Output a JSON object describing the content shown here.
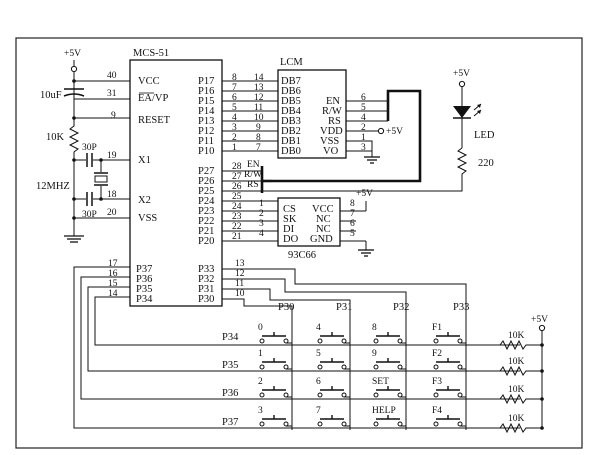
{
  "mcu": {
    "title": "MCS-51",
    "left_pins": [
      {
        "num": "40",
        "name": "VCC"
      },
      {
        "num": "31",
        "name": "EA/VP"
      },
      {
        "num": "9",
        "name": "RESET"
      },
      {
        "num": "19",
        "name": "X1"
      },
      {
        "num": "18",
        "name": "X2"
      },
      {
        "num": "20",
        "name": "VSS"
      }
    ],
    "p1_pins": [
      "P17",
      "P16",
      "P15",
      "P14",
      "P13",
      "P12",
      "P11",
      "P10"
    ],
    "p1_nums": [
      "8",
      "7",
      "6",
      "5",
      "4",
      "3",
      "2",
      "1"
    ],
    "p2_pins": [
      "P27",
      "P26",
      "P25",
      "P24",
      "P23",
      "P22",
      "P21",
      "P20"
    ],
    "p2_nums": [
      "28",
      "27",
      "26",
      "25",
      "24",
      "23",
      "22",
      "21"
    ],
    "p3_right_pins": [
      "P33",
      "P32",
      "P31",
      "P30"
    ],
    "p3_right_nums": [
      "13",
      "12",
      "11",
      "10"
    ],
    "p3_left_pins": [
      "P37",
      "P36",
      "P35",
      "P34"
    ],
    "p3_left_nums": [
      "17",
      "16",
      "15",
      "14"
    ]
  },
  "lcm": {
    "title": "LCM",
    "data_pins": [
      "DB7",
      "DB6",
      "DB5",
      "DB4",
      "DB3",
      "DB2",
      "DB1",
      "DB0"
    ],
    "data_nums": [
      "14",
      "13",
      "12",
      "11",
      "10",
      "9",
      "8",
      "7"
    ],
    "ctrl_pins": [
      "EN",
      "R/W",
      "RS",
      "VDD",
      "VSS",
      "VO"
    ],
    "ctrl_nums": [
      "6",
      "5",
      "4",
      "2",
      "1",
      "3"
    ],
    "net_labels": [
      "EN",
      "R/W",
      "RS"
    ]
  },
  "eeprom": {
    "title": "93C66",
    "left_pins": [
      "CS",
      "SK",
      "DI",
      "DO"
    ],
    "left_nums": [
      "1",
      "2",
      "3",
      "4"
    ],
    "right_pins": [
      "VCC",
      "NC",
      "NC",
      "GND"
    ],
    "right_nums": [
      "8",
      "7",
      "6",
      "5"
    ]
  },
  "components": {
    "vcc_label": "+5V",
    "cap_reset": "10uF",
    "res_reset": "10K",
    "cap_x1": "30P",
    "cap_x2": "30P",
    "crystal": "12MHZ",
    "led": "LED",
    "res_led": "220",
    "pullup": "10K"
  },
  "keypad": {
    "column_labels": [
      "P30",
      "P31",
      "P32",
      "P33"
    ],
    "row_labels": [
      "P34",
      "P35",
      "P36",
      "P37"
    ],
    "keys": [
      [
        "0",
        "4",
        "8",
        "F1"
      ],
      [
        "1",
        "5",
        "9",
        "F2"
      ],
      [
        "2",
        "6",
        "SET",
        "F3"
      ],
      [
        "3",
        "7",
        "HELP",
        "F4"
      ]
    ]
  }
}
